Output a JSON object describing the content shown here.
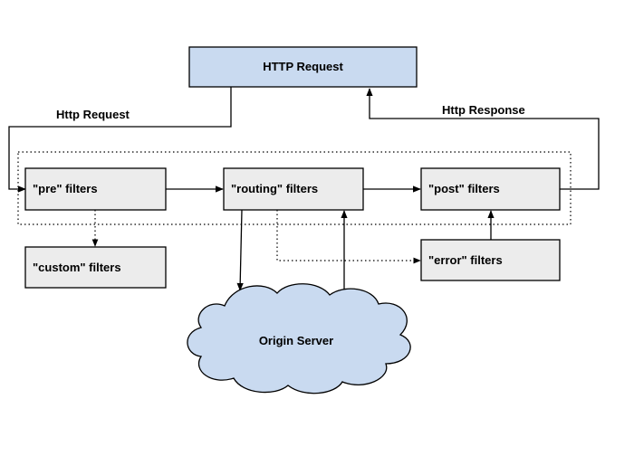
{
  "nodes": {
    "http_request": "HTTP Request",
    "pre": "\"pre\" filters",
    "routing": "\"routing\" filters",
    "post": "\"post\" filters",
    "custom": "\"custom\" filters",
    "error": "\"error\" filters",
    "origin": "Origin Server"
  },
  "edges": {
    "request_label": "Http Request",
    "response_label": "Http Response"
  },
  "colors": {
    "request_fill": "#c9daf0",
    "filter_fill": "#ececec",
    "cloud_fill": "#c9daf0"
  }
}
